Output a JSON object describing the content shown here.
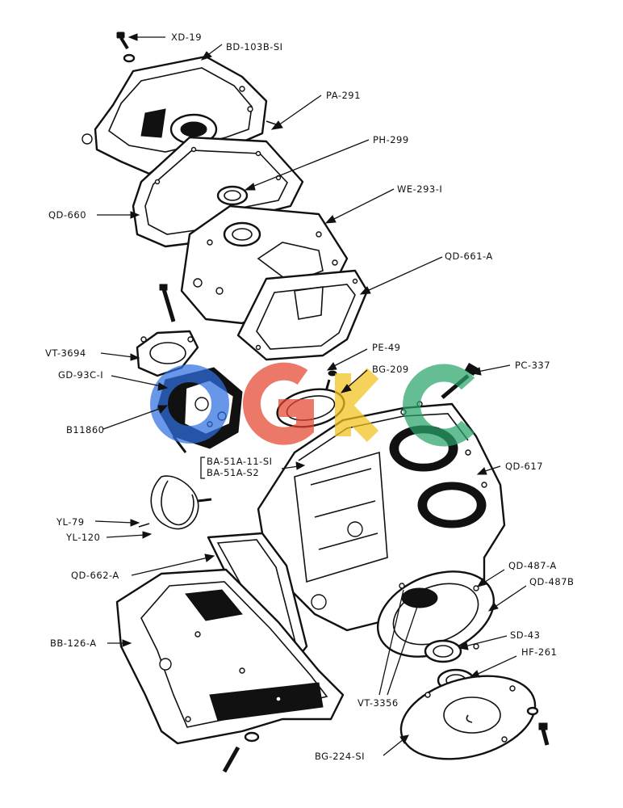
{
  "labels": {
    "xd19": "XD-19",
    "bd103b": "BD-103B-SI",
    "pa291": "PA-291",
    "ph299": "PH-299",
    "qd660": "QD-660",
    "we293": "WE-293-I",
    "qd661a": "QD-661-A",
    "vt3694": "VT-3694",
    "pe49": "PE-49",
    "gd93c": "GD-93C-I",
    "bg209": "BG-209",
    "pc337": "PC-337",
    "b11860": "B11860",
    "ba51a11": "BA-51A-11-SI",
    "ba51as2": "BA-51A-S2",
    "qd617": "QD-617",
    "yl79": "YL-79",
    "yl120": "YL-120",
    "qd662a": "QD-662-A",
    "qd487a": "QD-487-A",
    "qd487b": "QD-487B",
    "bb126a": "BB-126-A",
    "sd43": "SD-43",
    "hf261": "HF-261",
    "vt3356": "VT-3356",
    "bg224": "BG-224-SI"
  },
  "watermark": {
    "letters": [
      "O",
      "G",
      "K",
      "C"
    ],
    "colors": [
      "#2f6fe0",
      "#e5452f",
      "#f2c21b",
      "#2aa36a"
    ]
  }
}
